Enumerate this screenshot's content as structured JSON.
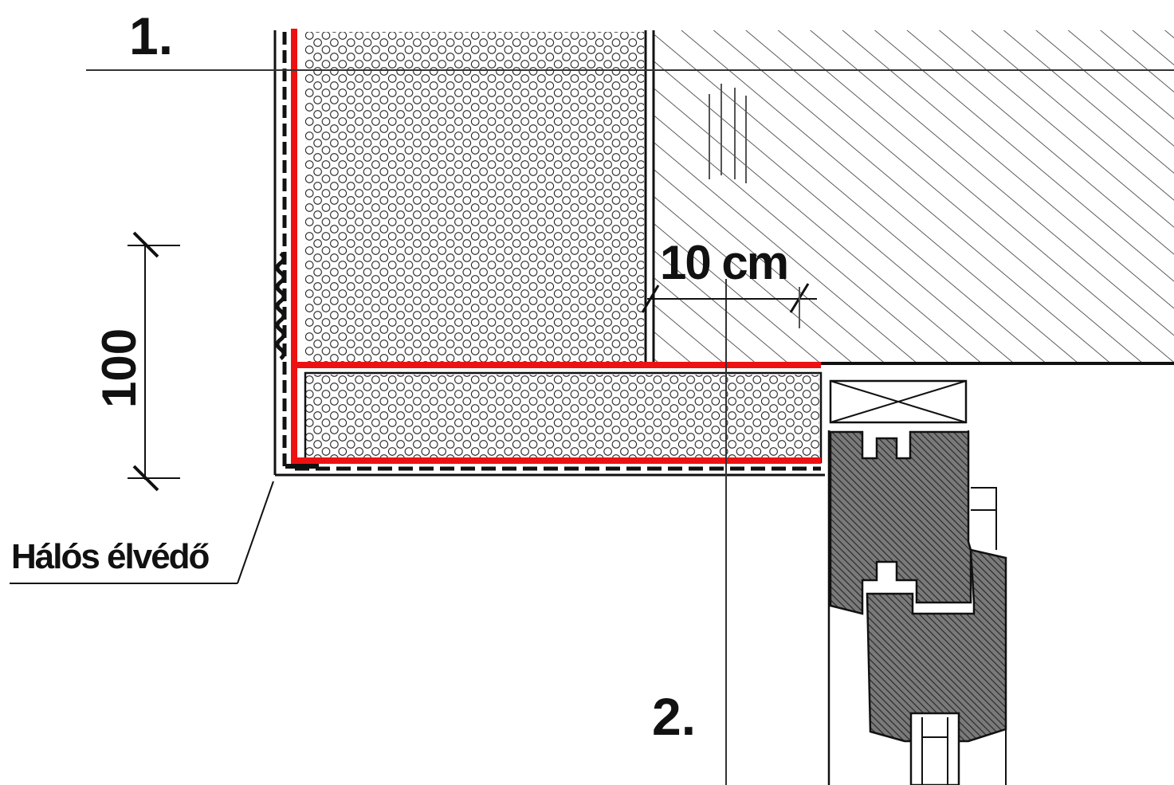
{
  "drawing": {
    "labels": {
      "section_1": "1.",
      "section_2": "2.",
      "dimension_width": "10 cm",
      "dimension_height": "100",
      "callout": "Hálós élvédő"
    },
    "colors": {
      "mesh_corner": "#ee1111",
      "line": "#111111",
      "hatch": "#333333",
      "background": "#ffffff"
    },
    "materials": [
      "insulation (honeycomb pattern)",
      "masonry wall (diagonal hatch)",
      "wooden window frame (dense hatch)"
    ]
  }
}
